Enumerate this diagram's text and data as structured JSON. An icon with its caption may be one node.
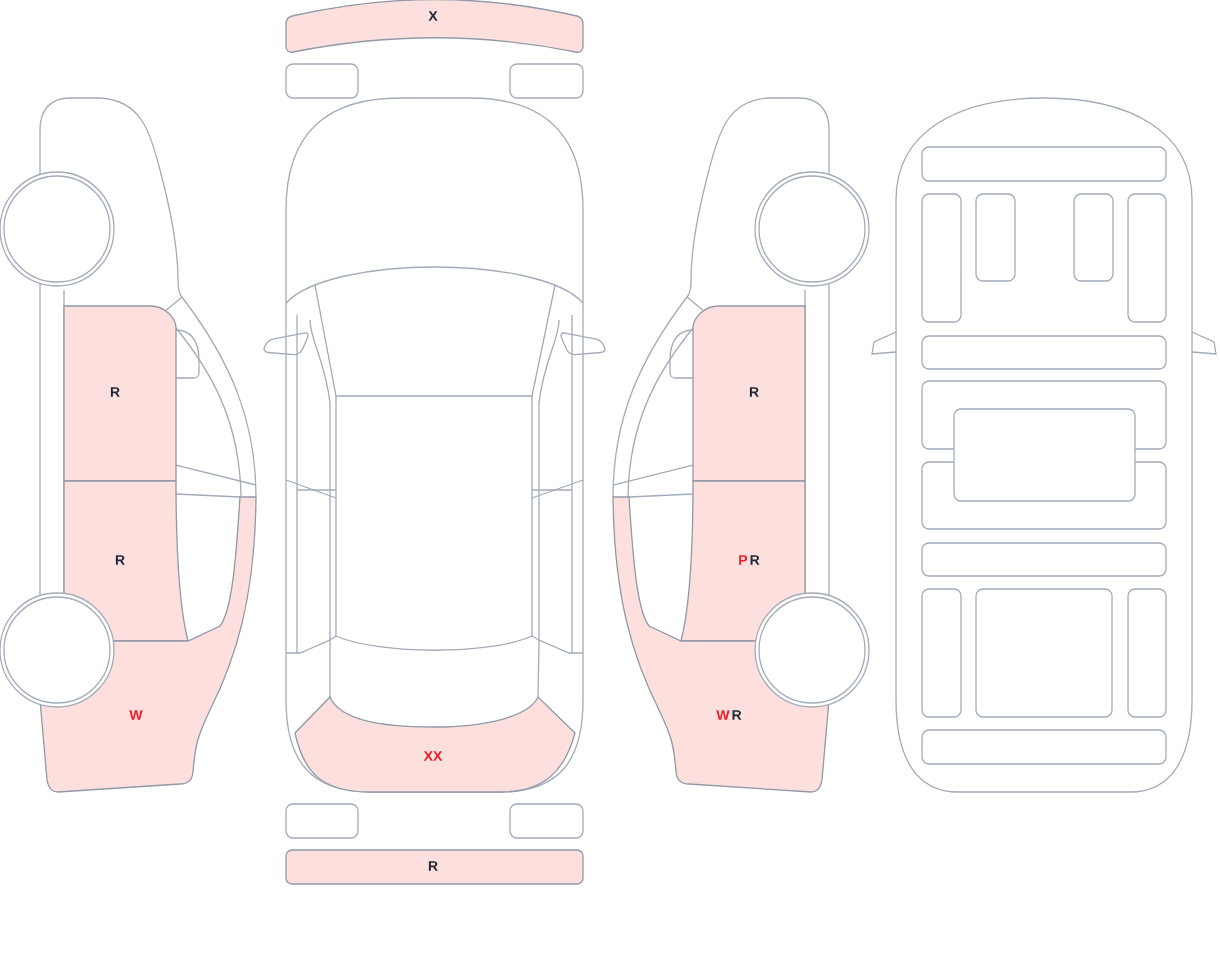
{
  "diagram": {
    "nodes": [
      {
        "text": [
          "X"
        ]
      },
      {
        "text": [
          "R"
        ]
      },
      {
        "text": [
          "R"
        ]
      },
      {
        "text": [
          "W"
        ]
      },
      {
        "text": [
          "XX"
        ]
      },
      {
        "text": [
          "R"
        ]
      },
      {
        "text": [
          "R"
        ]
      },
      {
        "text": [
          "P",
          "R"
        ]
      },
      {
        "text": [
          "W",
          "R"
        ]
      }
    ]
  }
}
